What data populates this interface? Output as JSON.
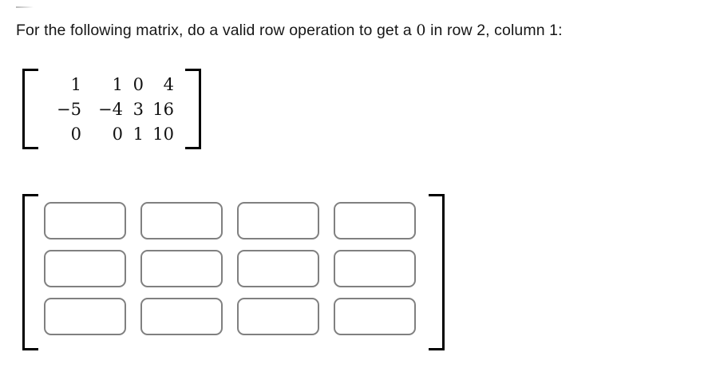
{
  "page": {
    "background_color": "#ffffff",
    "text_color": "#161616",
    "artifact_name": "top-left-gray-line"
  },
  "prompt": {
    "text_before": "For the following matrix, do a valid row operation to get a ",
    "highlight_number": "0",
    "text_after": " in row 2, column 1:",
    "full_text": "For the following matrix, do a valid row operation to get a 0 in row 2, column 1:"
  },
  "source_matrix": {
    "rows": 3,
    "cols": 4,
    "bracket_color": "#000000",
    "values": [
      [
        "1",
        "1",
        "0",
        "4"
      ],
      [
        "−5",
        "−4",
        "3",
        "16"
      ],
      [
        "0",
        "0",
        "1",
        "10"
      ]
    ]
  },
  "answer_matrix": {
    "rows": 3,
    "cols": 4,
    "border_color": "#808080",
    "bracket_color": "#000000",
    "cells": [
      [
        {
          "name": "answer-r1c1",
          "value": "",
          "placeholder": ""
        },
        {
          "name": "answer-r1c2",
          "value": "",
          "placeholder": ""
        },
        {
          "name": "answer-r1c3",
          "value": "",
          "placeholder": ""
        },
        {
          "name": "answer-r1c4",
          "value": "",
          "placeholder": ""
        }
      ],
      [
        {
          "name": "answer-r2c1",
          "value": "",
          "placeholder": ""
        },
        {
          "name": "answer-r2c2",
          "value": "",
          "placeholder": ""
        },
        {
          "name": "answer-r2c3",
          "value": "",
          "placeholder": ""
        },
        {
          "name": "answer-r2c4",
          "value": "",
          "placeholder": ""
        }
      ],
      [
        {
          "name": "answer-r3c1",
          "value": "",
          "placeholder": ""
        },
        {
          "name": "answer-r3c2",
          "value": "",
          "placeholder": ""
        },
        {
          "name": "answer-r3c3",
          "value": "",
          "placeholder": ""
        },
        {
          "name": "answer-r3c4",
          "value": "",
          "placeholder": ""
        }
      ]
    ]
  }
}
